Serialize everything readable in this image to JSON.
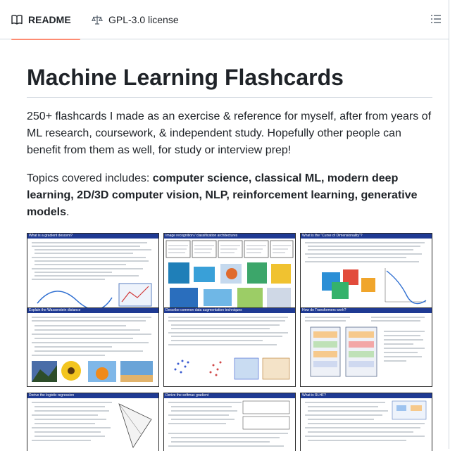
{
  "tabs": {
    "readme": {
      "label": "README",
      "icon": "book-icon",
      "active": true
    },
    "license": {
      "label": "GPL-3.0 license",
      "icon": "scale-icon"
    },
    "toc_icon": "list-unordered-icon"
  },
  "article": {
    "title": "Machine Learning Flashcards",
    "intro": "250+ flashcards I made as an exercise & reference for myself, after from years of ML research, coursework, & independent study. Hopefully other people can benefit from them as well, for study or interview prep!",
    "topics_prefix": "Topics covered includes: ",
    "topics_bold": "computer science, classical ML, modern deep learning, 2D/3D computer vision, NLP, reinforcement learning, generative models",
    "topics_suffix": "."
  },
  "flashcards": [
    {
      "title": "What is a gradient descent?"
    },
    {
      "title": "Image recognition / classification architectures"
    },
    {
      "title": "What is the \"Curse of Dimensionality\"?"
    },
    {
      "title": "Explain the Wasserstein distance"
    },
    {
      "title": "Describe common data augmentation techniques"
    },
    {
      "title": "How do Transformers work?"
    },
    {
      "title": "Derive the logistic regression"
    },
    {
      "title": "Derive the softmax gradient"
    },
    {
      "title": "What is RLHF?"
    }
  ],
  "colors": {
    "accent_underline": "#fd8c73",
    "border": "#d0d7de",
    "text": "#1f2328",
    "card_header": "#1f3a93"
  }
}
